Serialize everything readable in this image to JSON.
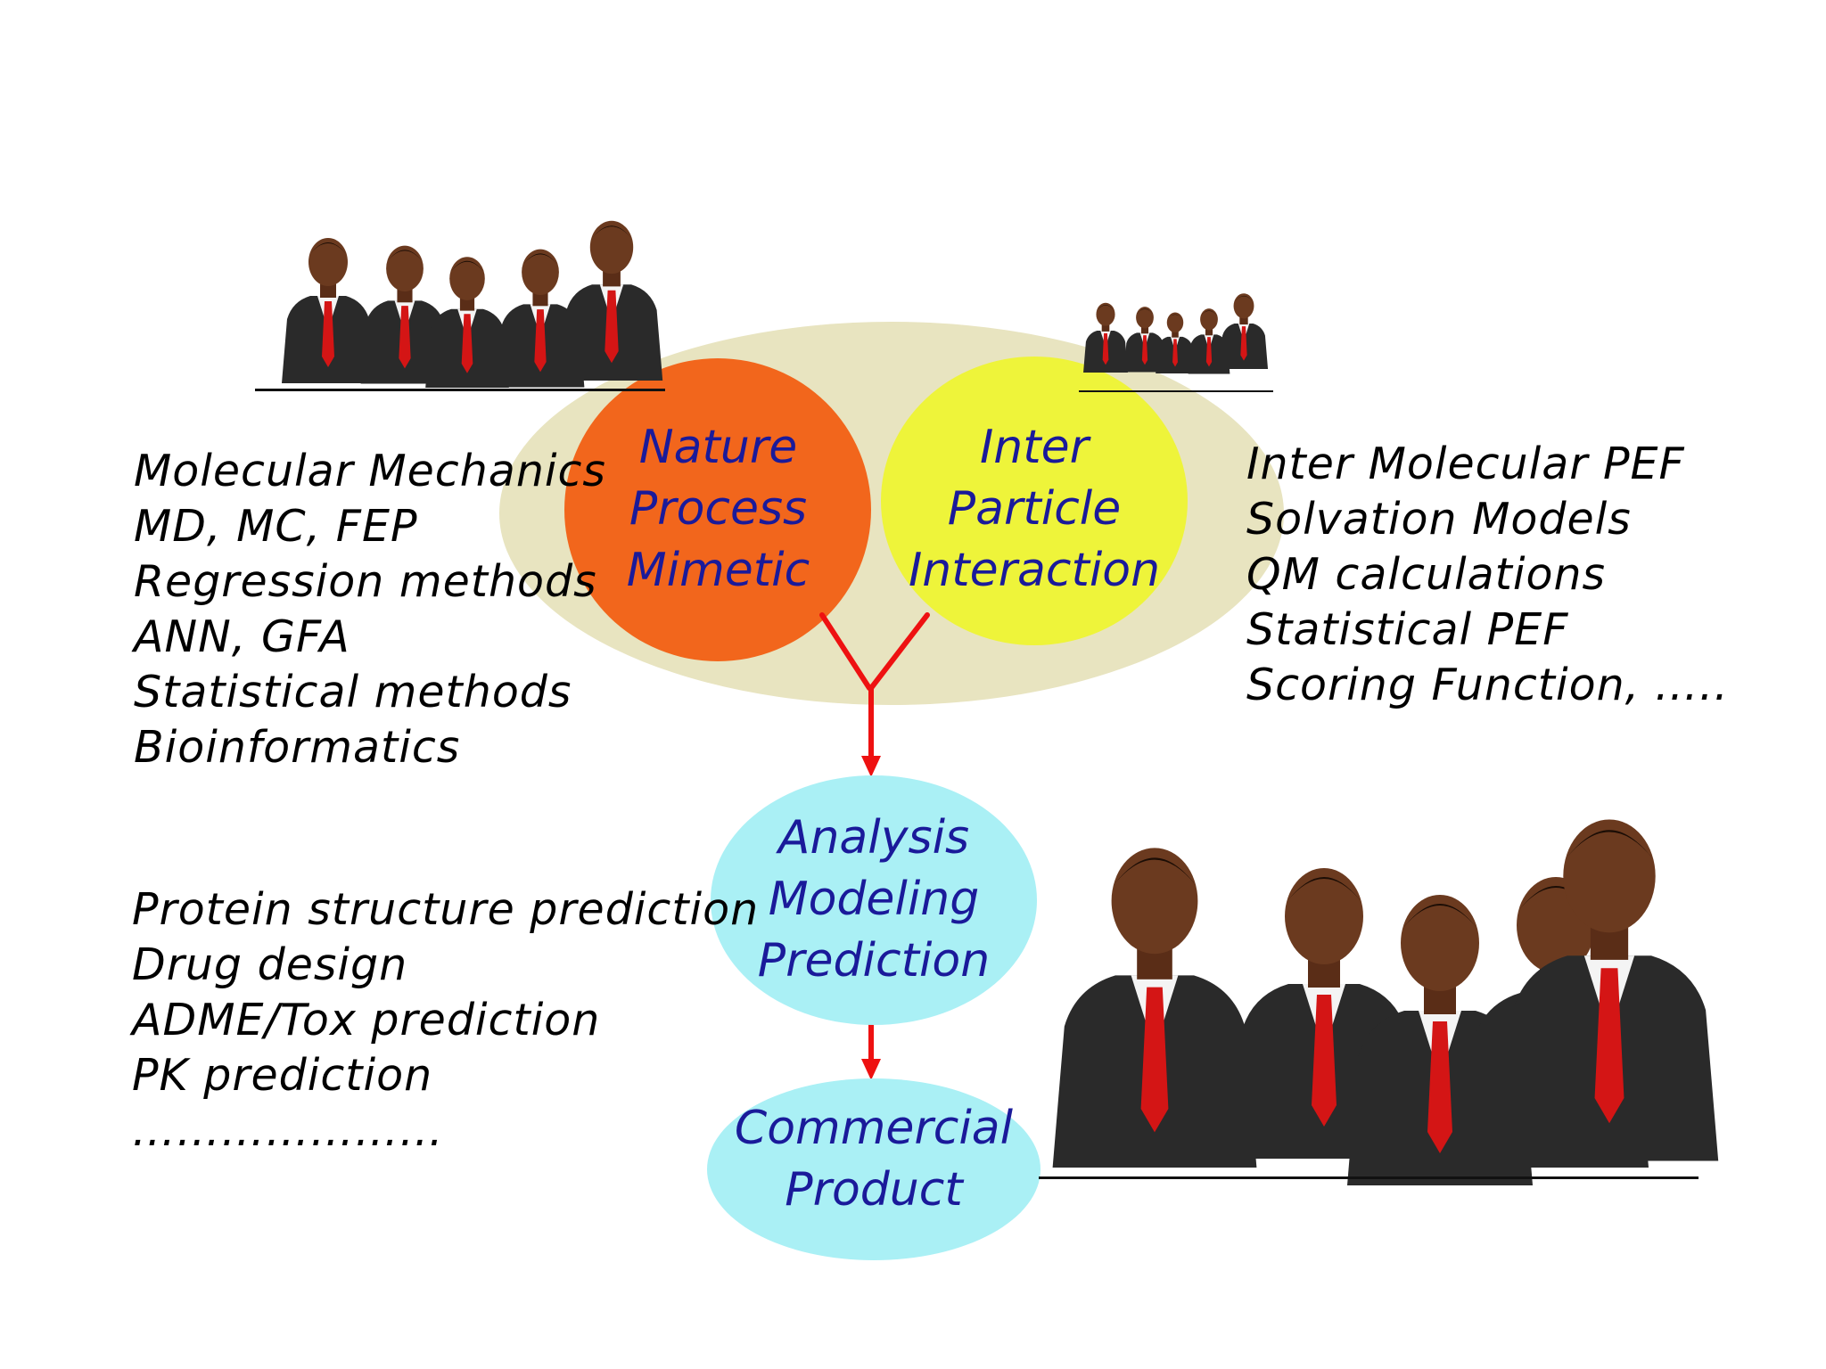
{
  "diagram": {
    "colors": {
      "background_ellipse": "#e8e4c0",
      "nature_circle": "#f2661c",
      "inter_circle": "#eef43a",
      "analysis_ellipse": "#aaf0f5",
      "commercial_ellipse": "#aaf0f5",
      "arrow": "#ee1111",
      "circle_text": "#1a1a9a"
    },
    "nodes": {
      "nature": {
        "line1": "Nature",
        "line2": "Process",
        "line3": "Mimetic"
      },
      "inter": {
        "line1": "Inter",
        "line2": "Particle",
        "line3": "Interaction"
      },
      "analysis": {
        "line1": "Analysis",
        "line2": "Modeling",
        "line3": "Prediction"
      },
      "commercial": {
        "line1": "Commercial",
        "line2": "Product"
      }
    },
    "left_methods": [
      "Molecular Mechanics",
      "MD, MC, FEP",
      "Regression methods",
      "ANN, GFA",
      "Statistical methods",
      "Bioinformatics"
    ],
    "right_methods": [
      "Inter Molecular PEF",
      "Solvation Models",
      "QM calculations",
      "Statistical PEF",
      "Scoring Function, ….."
    ],
    "applications": [
      "Protein structure prediction",
      "Drug design",
      "ADME/Tox prediction",
      "PK prediction",
      "…………………"
    ],
    "clipart_icon": "business-people-group-clipart"
  }
}
